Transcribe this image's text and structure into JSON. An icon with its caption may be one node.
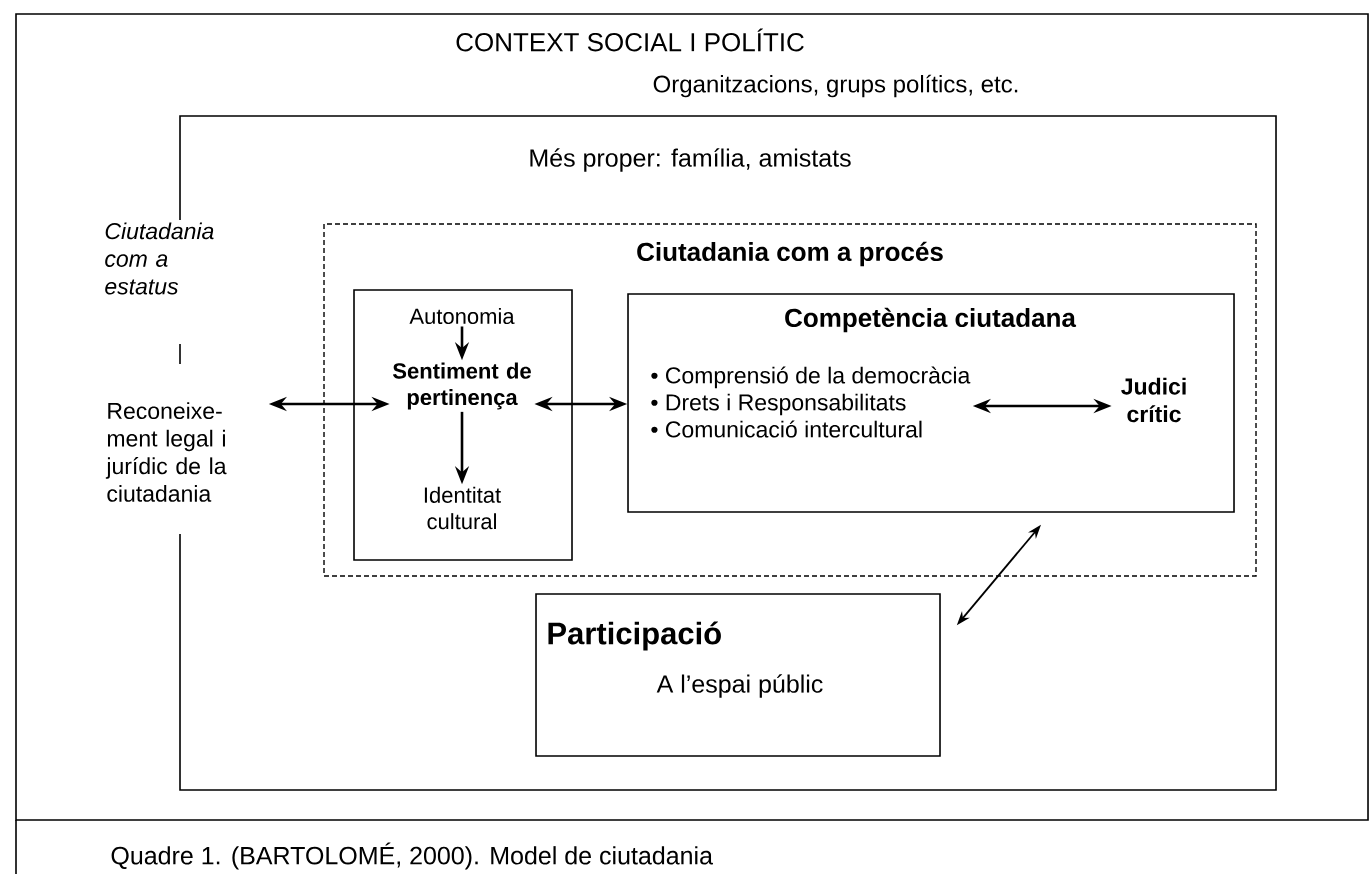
{
  "diagram": {
    "caption": "Quadre 1. (BARTOLOMÉ, 2000). Model de ciutadania",
    "nodes": [
      {
        "text": [
          "CONTEXT SOCIAL I POLÍTIC",
          "Organitzacions, grups polítics, etc."
        ]
      },
      {
        "text": [
          "Més proper: família, amistats"
        ],
        "in": 0
      },
      {
        "text": [
          "Reconeixe- ment legal i jurídic de la ciutadania"
        ],
        "in": 0
      },
      {
        "text": [
          "Ciutadania com a procés"
        ],
        "in": 1
      },
      {
        "text": [],
        "shape": "box",
        "in": 3
      },
      {
        "text": [
          "Autonomia"
        ],
        "in": 4
      },
      {
        "text": [
          "Sentiment de pertinença"
        ],
        "in": 4
      },
      {
        "text": [
          "Identitat cultural"
        ],
        "in": 4
      },
      {
        "text": [
          "Competència ciutadana"
        ],
        "in": 3
      },
      {
        "text": [
          "• Comprensió de la democràcia",
          "• Drets i Responsabilitats",
          "• Comunicació intercultural"
        ],
        "in": 8
      },
      {
        "text": [
          "Judici crític"
        ],
        "in": 8
      },
      {
        "text": [
          "Participació",
          "A l’espai públic"
        ],
        "in": 1
      }
    ],
    "edges": [
      {
        "from": 2,
        "to": 6,
        "arrow": "both"
      },
      {
        "from": 5,
        "to": 6,
        "arrow": "to"
      },
      {
        "from": 6,
        "to": 7,
        "arrow": "to"
      },
      {
        "from": 6,
        "to": 8,
        "arrow": "both"
      },
      {
        "from": 9,
        "to": 10,
        "arrow": "both"
      },
      {
        "from": 11,
        "to": 8,
        "arrow": "both"
      }
    ],
    "labels": [
      "Ciutadania com a estatus"
    ]
  }
}
